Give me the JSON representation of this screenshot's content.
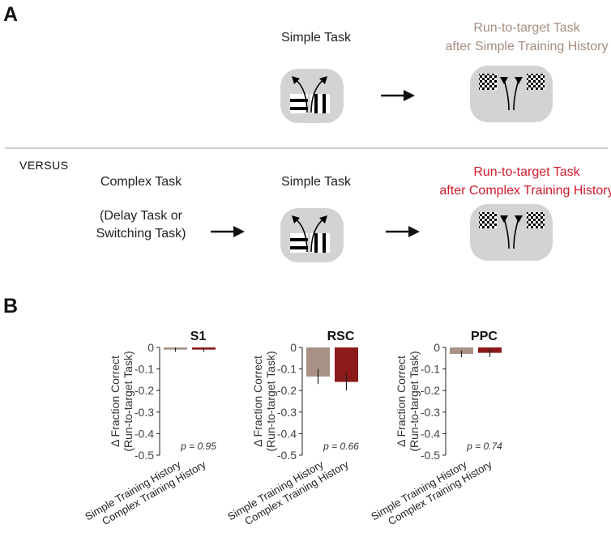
{
  "panel_a": {
    "letter": "A",
    "row1": {
      "simple_task_label": "Simple Task",
      "result_label_line1": "Run-to-target Task",
      "result_label_line2": "after Simple Training History"
    },
    "versus_label": "VERSUS",
    "row2": {
      "complex_task_label": "Complex Task",
      "complex_sub_line1": "(Delay Task or",
      "complex_sub_line2": "Switching Task)",
      "simple_task_label": "Simple Task",
      "result_label_line1": "Run-to-target Task",
      "result_label_line2": "after Complex Training History"
    },
    "colors": {
      "simple_history": "#a58e80",
      "complex_history": "#d01a2a",
      "box": "#d3d3d3"
    }
  },
  "panel_b": {
    "letter": "B",
    "y_axis_label_line1": "Δ Fraction Correct",
    "y_axis_label_line2": "(Run-to-target Task)",
    "category_labels": [
      "Simple Training History",
      "Complex Training History"
    ]
  },
  "chart_data": [
    {
      "type": "bar",
      "title": "S1",
      "categories": [
        "Simple Training History",
        "Complex Training History"
      ],
      "values": [
        -0.01,
        -0.01
      ],
      "errors": [
        0.01,
        0.01
      ],
      "colors": [
        "#a89185",
        "#8b1a1a"
      ],
      "ylim": [
        -0.5,
        0
      ],
      "yticks": [
        "0",
        "-0.1",
        "-0.2",
        "-0.3",
        "-0.4",
        "-0.5"
      ],
      "ylabel": "Δ Fraction Correct (Run-to-target Task)",
      "annotation": "p = 0.95"
    },
    {
      "type": "bar",
      "title": "RSC",
      "categories": [
        "Simple Training History",
        "Complex Training History"
      ],
      "values": [
        -0.135,
        -0.16
      ],
      "errors": [
        0.035,
        0.04
      ],
      "colors": [
        "#a89185",
        "#8b1a1a"
      ],
      "ylim": [
        -0.5,
        0
      ],
      "yticks": [
        "0",
        "-0.1",
        "-0.2",
        "-0.3",
        "-0.4",
        "-0.5"
      ],
      "ylabel": "Δ Fraction Correct (Run-to-target Task)",
      "annotation": "p = 0.66"
    },
    {
      "type": "bar",
      "title": "PPC",
      "categories": [
        "Simple Training History",
        "Complex Training History"
      ],
      "values": [
        -0.03,
        -0.025
      ],
      "errors": [
        0.015,
        0.02
      ],
      "colors": [
        "#a89185",
        "#8b1a1a"
      ],
      "ylim": [
        -0.5,
        0
      ],
      "yticks": [
        "0",
        "-0.1",
        "-0.2",
        "-0.3",
        "-0.4",
        "-0.5"
      ],
      "ylabel": "Δ Fraction Correct (Run-to-target Task)",
      "annotation": "p = 0.74"
    }
  ]
}
